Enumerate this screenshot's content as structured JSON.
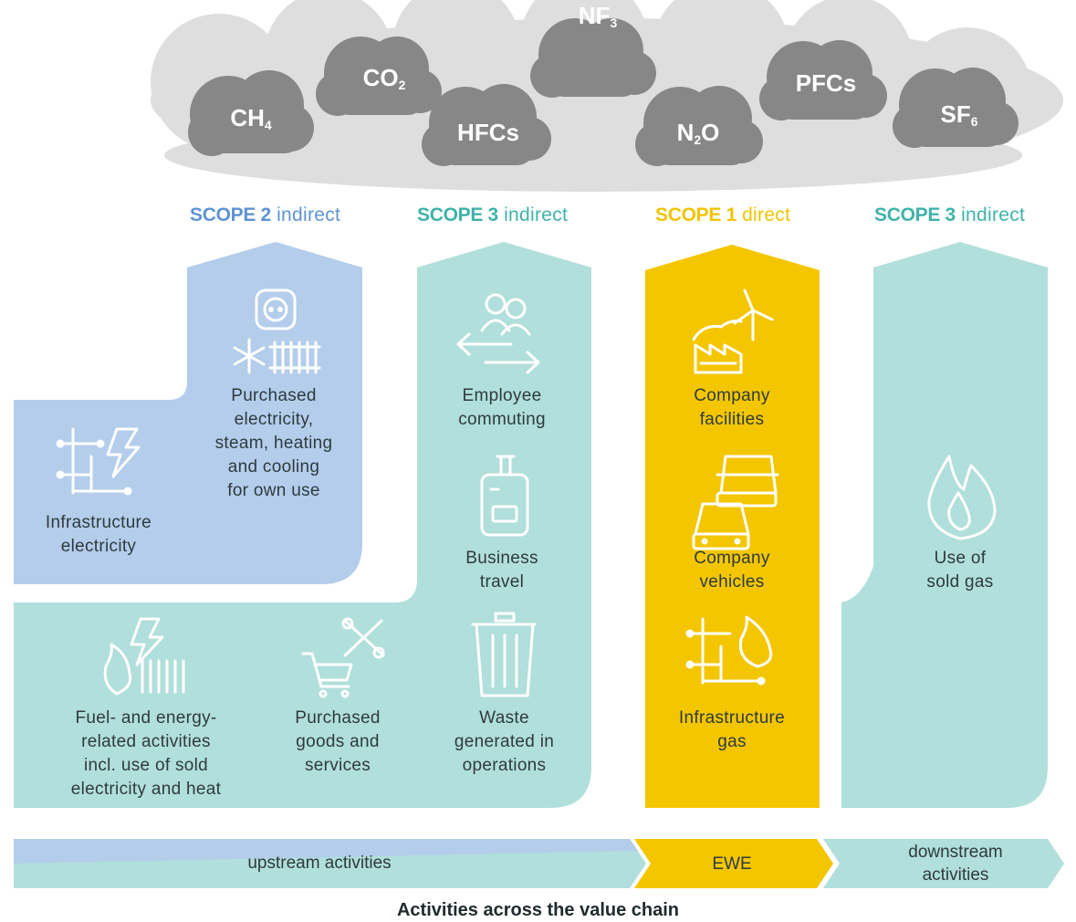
{
  "gases": [
    "CH",
    "4",
    "CO",
    "2",
    "NF",
    "3",
    "HFCs",
    "N",
    "2",
    "O",
    "PFCs",
    "SF",
    "6"
  ],
  "scopes": [
    {
      "keyword": "SCOPE 2",
      "kind": "indirect",
      "color": "#5e93d3"
    },
    {
      "keyword": "SCOPE 3",
      "kind": "indirect",
      "color": "#3fb3a9"
    },
    {
      "keyword": "SCOPE 1",
      "kind": "direct",
      "color": "#f0c400"
    },
    {
      "keyword": "SCOPE 3",
      "kind": "indirect",
      "color": "#3fb3a9"
    }
  ],
  "activities": {
    "purchased_electricity": [
      "Purchased",
      "electricity,",
      "steam, heating",
      "and cooling",
      "for own use"
    ],
    "infrastructure_electricity": [
      "Infrastructure",
      "electricity"
    ],
    "employee_commuting": [
      "Employee",
      "commuting"
    ],
    "business_travel": [
      "Business",
      "travel"
    ],
    "waste": [
      "Waste",
      "generated in",
      "operations"
    ],
    "fuel_energy": [
      "Fuel- and energy-",
      "related activities",
      "incl. use of sold",
      "electricity and heat"
    ],
    "purchased_goods": [
      "Purchased",
      "goods and",
      "services"
    ],
    "company_facilities": [
      "Company",
      "facilities"
    ],
    "company_vehicles": [
      "Company",
      "vehicles"
    ],
    "infrastructure_gas": [
      "Infrastructure",
      "gas"
    ],
    "sold_gas": [
      "Use of",
      "sold gas"
    ]
  },
  "value_chain": {
    "upstream": "upstream activities",
    "ewe": "EWE",
    "downstream": [
      "downstream",
      "activities"
    ]
  },
  "footer": "Activities across the value chain",
  "colors": {
    "blue": "#b3cdeb",
    "teal": "#b1dfdb",
    "yellow": "#f3c600",
    "cloud": "#dcdcdc",
    "gas_cloud": "#8a8a8a",
    "icon": "#ffffff"
  }
}
